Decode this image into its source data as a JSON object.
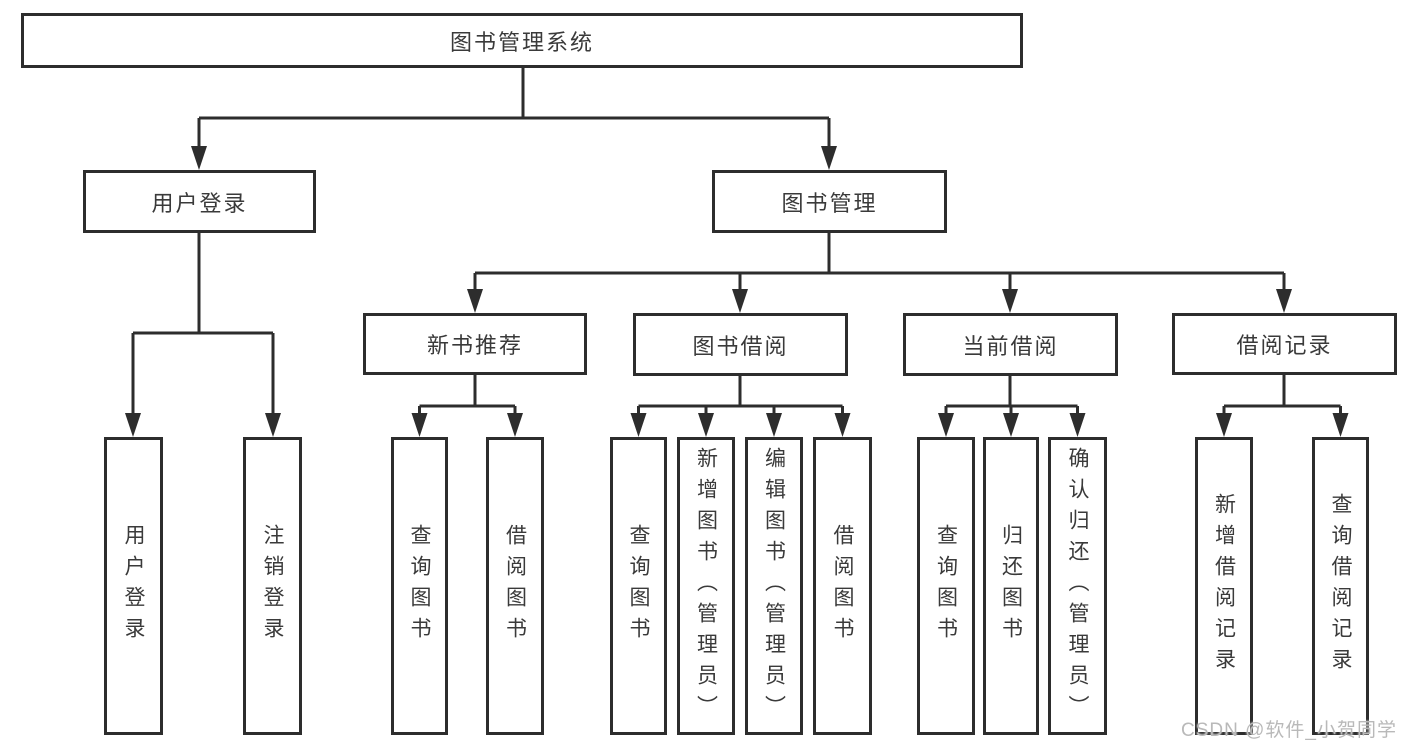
{
  "diagram": {
    "line_color": "#2d2d2d",
    "text_color": "#3a3a3a",
    "nodes": {
      "root": "图书管理系统",
      "user_login_group": "用户登录",
      "book_management": "图书管理",
      "new_book_recommend": "新书推荐",
      "book_borrowing": "图书借阅",
      "current_borrowing": "当前借阅",
      "borrowing_records": "借阅记录",
      "user_login": "用户登录",
      "logout": "注销登录",
      "recommend_query_books": "查询图书",
      "recommend_borrow_books": "借阅图书",
      "borrow_query_books": "查询图书",
      "borrow_add_books": "新增图书（管理员）",
      "borrow_edit_books": "编辑图书（管理员）",
      "borrow_borrow_books": "借阅图书",
      "current_query_books": "查询图书",
      "current_return_books": "归还图书",
      "current_confirm_return": "确认归还（管理员）",
      "records_add": "新增借阅记录",
      "records_query": "查询借阅记录"
    }
  },
  "watermark": {
    "text": "CSDN @软件_小贺同学",
    "color": "#b9b9b9"
  }
}
